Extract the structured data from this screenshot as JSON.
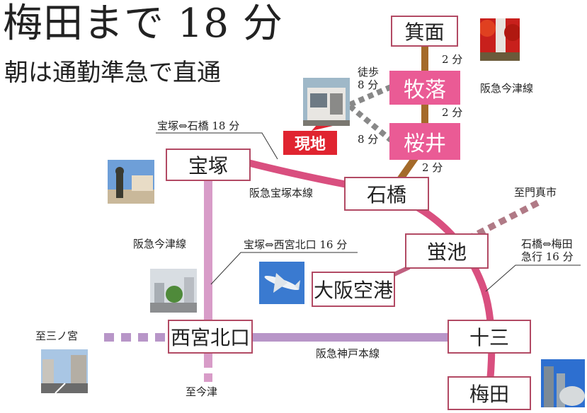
{
  "title": "梅田まで 18 分",
  "subtitle": "朝は通勤準急で直通",
  "stations": {
    "minoh": "箕面",
    "makiochi": "牧落",
    "sakurai": "桜井",
    "takarazuka": "宝塚",
    "ishibashi": "石橋",
    "hotarugaike": "蛍池",
    "osaka_airport": "大阪空港",
    "nishinomiya": "西宮北口",
    "juso": "十三",
    "umeda": "梅田"
  },
  "site_label": "現地",
  "labels": {
    "t_minoh_makiochi": "2 分",
    "t_makiochi_sakurai": "2 分",
    "t_sakurai_ishibashi": "2 分",
    "walk": "徒歩",
    "walk_to_makiochi": "8 分",
    "walk_to_sakurai": "8 分",
    "line_minoh": "阪急今津線",
    "line_takarazuka": "阪急宝塚本線",
    "line_imazu": "阪急今津線",
    "line_kobe": "阪急神戸本線",
    "to_kadoma": "至門真市",
    "to_sannomiya": "至三ノ宮",
    "to_imazu": "至今津",
    "callout_takarazuka_ishibashi": "宝塚⇔石橋 18 分",
    "callout_takarazuka_nishinomiya": "宝塚⇔西宮北口 16 分",
    "callout_ishibashi_umeda_1": "石橋⇔梅田",
    "callout_ishibashi_umeda_2": "急行 16 分"
  },
  "colors": {
    "takarazuka_line": "#d94f7f",
    "imazu_line": "#d89cc8",
    "kobe_line": "#b896c8",
    "minoh_line": "#a46a2a",
    "walk_dots": "#888888",
    "to_kadoma_dots": "#b07a86",
    "station_pink": "#ea5b95",
    "site_red": "#e02430"
  }
}
